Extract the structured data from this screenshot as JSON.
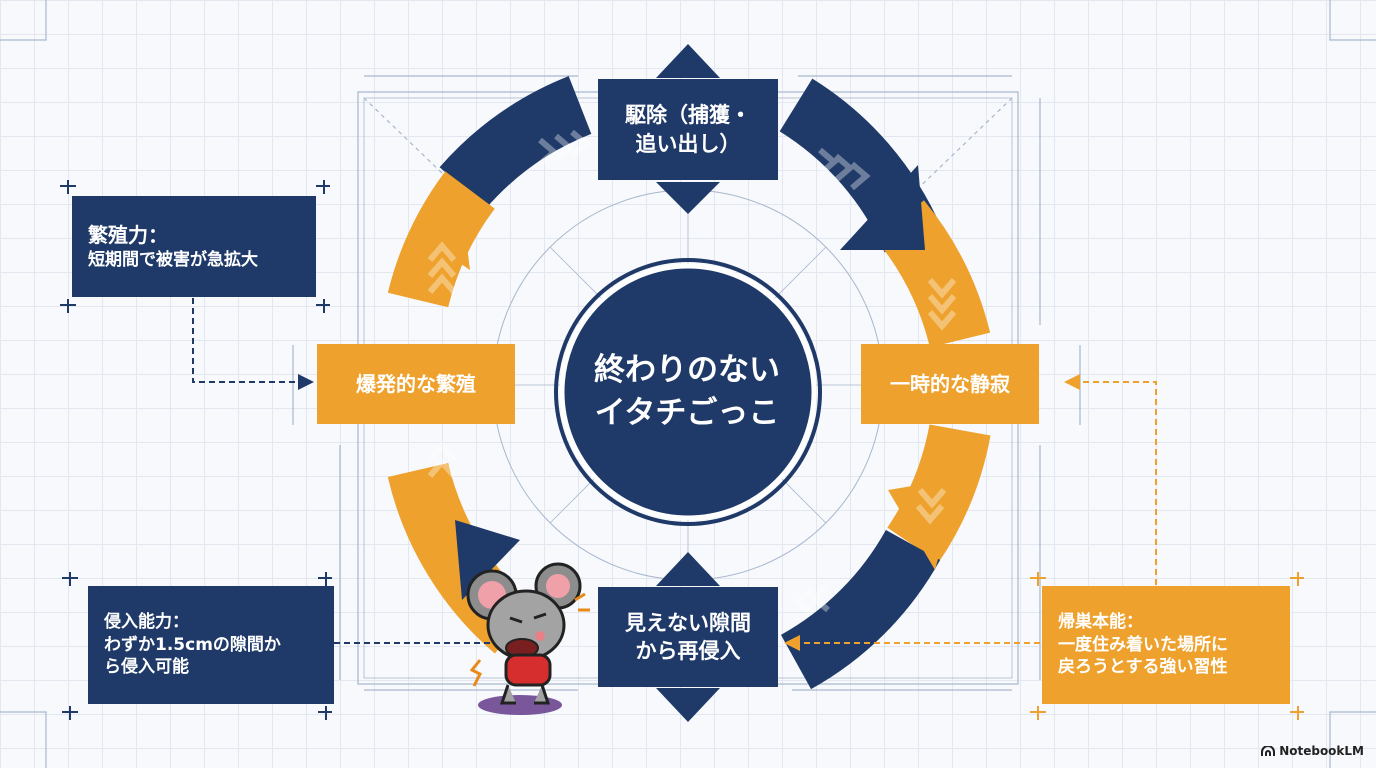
{
  "center": {
    "line1": "終わりのない",
    "line2": "イタチごっこ"
  },
  "stages": {
    "top": {
      "line1": "駆除（捕獲・",
      "line2": "追い出し）"
    },
    "right": {
      "label": "一時的な静寂"
    },
    "bottom": {
      "line1": "見えない隙間",
      "line2": "から再侵入"
    },
    "left": {
      "label": "爆発的な繁殖"
    }
  },
  "notes": {
    "breeding": {
      "title": "繁殖力：",
      "body": "短期間で被害が急拡大"
    },
    "intrusion": {
      "title": "侵入能力：",
      "body1": "わずか1.5cmの隙間か",
      "body2": "ら侵入可能"
    },
    "homing": {
      "title": "帰巣本能：",
      "body1": "一度住み着いた場所に",
      "body2": "戻ろうとする強い習性"
    }
  },
  "brand": {
    "label": "NotebookLM"
  },
  "colors": {
    "navy": "#1f3a68",
    "orange": "#eea12c",
    "grid": "#e3e8f0",
    "blueprint": "#9fb0c8"
  }
}
